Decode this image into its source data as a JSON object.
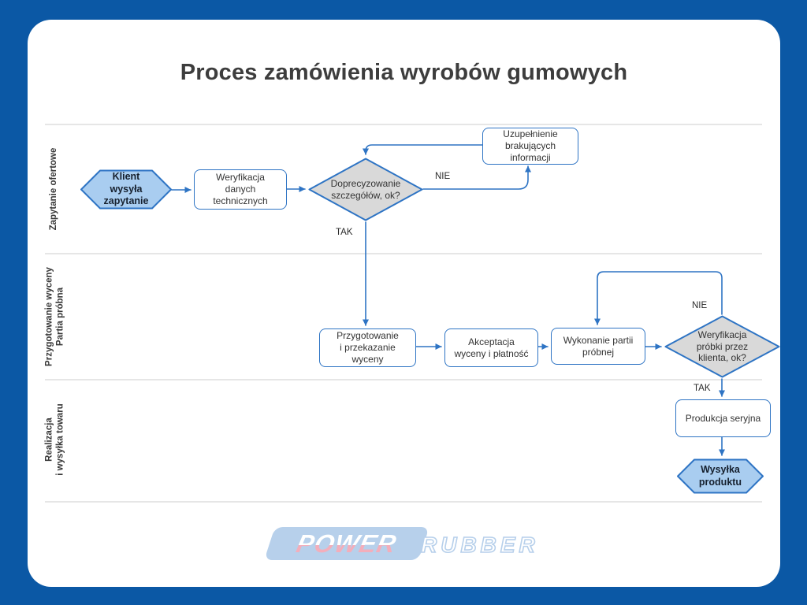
{
  "page": {
    "title": "Proces zamówienia wyrobów gumowych"
  },
  "lanes": [
    {
      "lines": [
        "Zapytanie ofertowe"
      ]
    },
    {
      "lines": [
        "Przygotowanie wyceny",
        "Partia próbna"
      ]
    },
    {
      "lines": [
        "Realizacja",
        "i wysyłka towaru"
      ]
    }
  ],
  "nodes": {
    "start": {
      "type": "start-hexagon",
      "lines": [
        "Klient",
        "wysyła",
        "zapytanie"
      ]
    },
    "verify_data": {
      "type": "process",
      "lines": [
        "Weryfikacja",
        "danych",
        "technicznych"
      ]
    },
    "clarify_details": {
      "type": "decision",
      "lines": [
        "Doprecyzowanie",
        "szczegółów, ok?"
      ]
    },
    "fill_missing_info": {
      "type": "process",
      "lines": [
        "Uzupełnienie",
        "brakujących",
        "informacji"
      ]
    },
    "prepare_quote": {
      "type": "process",
      "lines": [
        "Przygotowanie",
        "i przekazanie",
        "wyceny"
      ]
    },
    "accept_quote": {
      "type": "process",
      "lines": [
        "Akceptacja",
        "wyceny i płatność"
      ]
    },
    "trial_batch": {
      "type": "process",
      "lines": [
        "Wykonanie partii",
        "próbnej"
      ]
    },
    "verify_sample": {
      "type": "decision",
      "lines": [
        "Weryfikacja",
        "próbki przez",
        "klienta, ok?"
      ]
    },
    "serial_production": {
      "type": "process",
      "lines": [
        "Produkcja seryjna"
      ]
    },
    "ship_product": {
      "type": "end-hexagon",
      "lines": [
        "Wysyłka",
        "produktu"
      ]
    }
  },
  "edge_labels": {
    "yes": "TAK",
    "no": "NIE"
  },
  "logo": {
    "word1": "POWER",
    "word2": "RUBBER"
  },
  "colors": {
    "background": "#0b58a5",
    "shape_stroke": "#2e74c4",
    "hexagon_fill": "#a9cdf0",
    "decision_fill": "#d9d9d9",
    "lane_line": "#cdcdcd",
    "title_text": "#3d3d3d"
  }
}
